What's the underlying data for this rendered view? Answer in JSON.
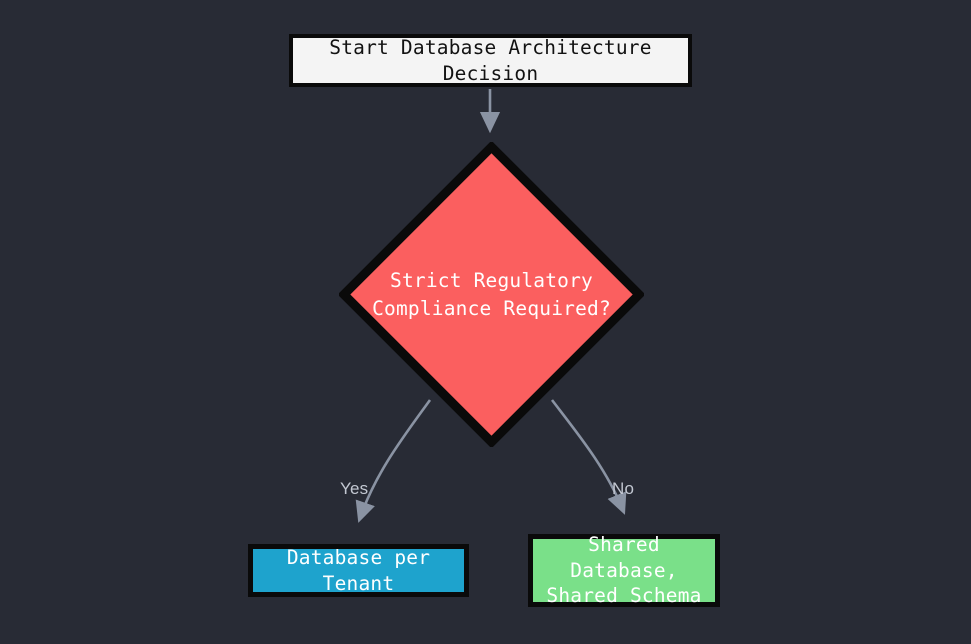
{
  "diagram": {
    "type": "flowchart",
    "title": "Database Architecture Decision",
    "background_color": "#282b35",
    "nodes": [
      {
        "id": "start",
        "label": "Start Database Architecture Decision",
        "shape": "rectangle",
        "fill": "#f4f4f4",
        "stroke": "#0a0a0a",
        "text_color": "#121212"
      },
      {
        "id": "decision",
        "label": "Strict Regulatory\nCompliance Required?",
        "shape": "diamond",
        "fill": "#fb5f5f",
        "stroke": "#0a0a0a",
        "text_color": "#ffffff"
      },
      {
        "id": "db-per-tenant",
        "label": "Database per Tenant",
        "shape": "rectangle",
        "fill": "#1ea3cd",
        "stroke": "#0a0a0a",
        "text_color": "#ffffff"
      },
      {
        "id": "shared-db",
        "label": "Shared Database,\nShared Schema",
        "shape": "rectangle",
        "fill": "#7ae089",
        "stroke": "#0a0a0a",
        "text_color": "#ffffff"
      }
    ],
    "edges": [
      {
        "id": "start-to-decision",
        "from": "start",
        "to": "decision",
        "label": ""
      },
      {
        "id": "decision-yes",
        "from": "decision",
        "to": "db-per-tenant",
        "label": "Yes"
      },
      {
        "id": "decision-no",
        "from": "decision",
        "to": "shared-db",
        "label": "No"
      }
    ],
    "edge_color": "#8a93a3",
    "edge_label_color": "#c3c8d2"
  }
}
